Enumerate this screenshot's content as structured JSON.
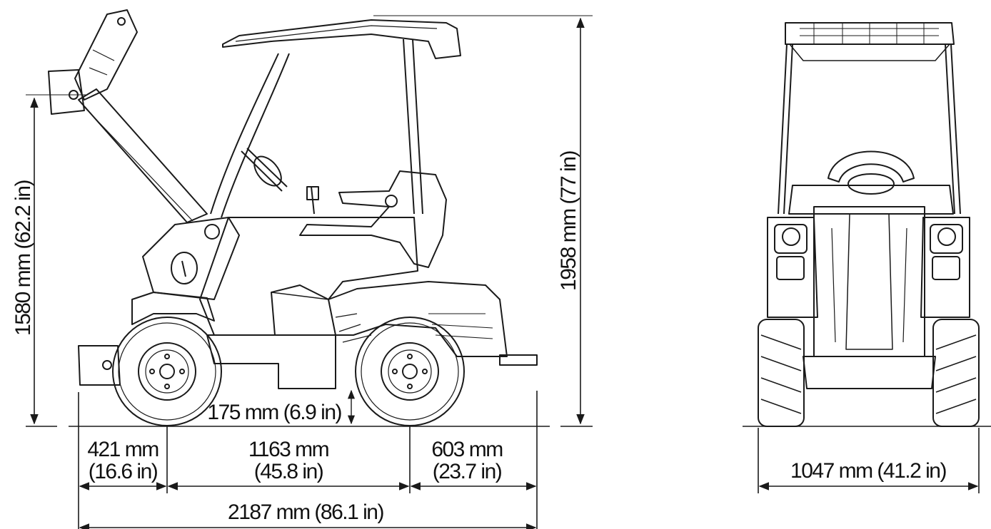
{
  "side_view": {
    "lift_height": "1580 mm (62.2 in)",
    "overall_height": "1958 mm (77 in)",
    "ground_clearance": "175 mm (6.9 in)",
    "front_overhang": {
      "mm": "421 mm",
      "in": "(16.6 in)"
    },
    "wheelbase": {
      "mm": "1163 mm",
      "in": "(45.8 in)"
    },
    "rear_overhang": {
      "mm": "603 mm",
      "in": "(23.7 in)"
    },
    "overall_length": "2187 mm (86.1 in)"
  },
  "front_view": {
    "overall_width": "1047 mm (41.2 in)"
  },
  "colors": {
    "line": "#1a1a1a",
    "background": "#ffffff"
  }
}
